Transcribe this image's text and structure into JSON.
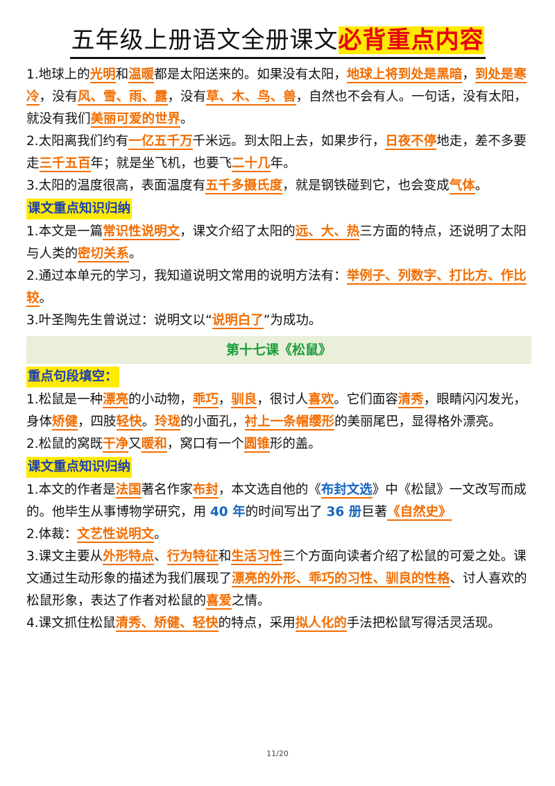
{
  "title": {
    "plain": "五年级上册语文全册课文",
    "highlight": "必背重点内容"
  },
  "lesson16": {
    "items": [
      {
        "t1": "1.地球上的",
        "h1": "光明",
        "t2": "和",
        "h2": "温暖",
        "t3": "都是太阳送来的。如果没有太阳，",
        "h3": "地球上将到处是黑暗",
        "t4": "，",
        "h4": "到处是寒冷",
        "t5": "，没有",
        "h5": "风、雪、雨、露",
        "t6": "，没有",
        "h6": "草、木、鸟、兽",
        "t7": "，自然也不会有人。一句话，没有太阳，就没有我们",
        "h7": "美丽可爱的世界",
        "t8": "。"
      },
      {
        "t1": "2.太阳离我们约有",
        "h1": "一亿五千万",
        "t2": "千米远。到太阳上去，如果步行，",
        "h2": "日夜不停",
        "t3": "地走，差不多要走",
        "h3": "三千五百",
        "t4": "年；就是坐飞机，也要飞",
        "h4": "二十几",
        "t5": "年。"
      },
      {
        "t1": "3.太阳的温度很高，表面温度有",
        "h1": "五千多摄氏度",
        "t2": "，就是钢铁碰到它，也会变成",
        "h2": "气体",
        "t3": "。"
      }
    ],
    "knowledge_title": "课文重点知识归纳",
    "knowledge": [
      {
        "t1": "1.本文是一篇",
        "h1": "常识性说明文",
        "t2": "，课文介绍了太阳的",
        "h2": "远、大、热",
        "t3": "三方面的特点，还说明了太阳与人类的",
        "h3": "密切关系",
        "t4": "。"
      },
      {
        "t1": "2.通过本单元的学习，我知道说明文常用的说明方法有：",
        "h1": "举例子、列数字、打比方、作比较",
        "t2": "。"
      },
      {
        "t1": "3.叶圣陶先生曾说过：说明文以“",
        "h1": "说明白了",
        "t2": "”为成功。"
      }
    ]
  },
  "lesson17": {
    "banner": "第十七课《松鼠》",
    "fill_title": "重点句段填空：",
    "items": [
      {
        "t1": "1.松鼠是一种",
        "h1": "漂亮",
        "t2": "的小动物，",
        "h2": "乖巧",
        "t3": "，",
        "h3": "驯良",
        "t4": "，很讨人",
        "h4": "喜欢",
        "t5": "。它们面容",
        "h5": "清秀",
        "t6": "，眼睛闪闪发光，身体",
        "h6": "矫健",
        "t7": "，四肢",
        "h7": "轻快",
        "t8": "。",
        "h8": "玲珑",
        "t9": "的小面孔，",
        "h9": "衬上一条帽缨形",
        "t10": "的美丽尾巴，显得格外漂亮。"
      },
      {
        "t1": "2.松鼠的窝既",
        "h1": "干净",
        "t2": "又",
        "h2": "暖和",
        "t3": "，窝口有一个",
        "h3": "圆锥",
        "t4": "形的盖。"
      }
    ],
    "knowledge_title": "课文重点知识归纳",
    "knowledge": [
      {
        "t1": "1.本文的作者是",
        "h1": "法国",
        "t2": "著名作家",
        "h2": "布封",
        "t3": "，本文选自他的《",
        "b1": "布封文选",
        "t4": "》中《松鼠》一文改写而成的。他毕生从事博物学研究，用 ",
        "b2": "40 年",
        "t5": "的时间写出了 ",
        "b3": "36 册",
        "t6": "巨著",
        "h3": "《自然史》"
      },
      {
        "t1": "2.体裁：",
        "h1": "文艺性说明文",
        "t2": "。"
      },
      {
        "t1": "3.课文主要从",
        "h1": "外形特点",
        "t2": "、",
        "h2": "行为特征",
        "t3": "和",
        "h3": "生活习性",
        "t4": "三个方面向读者介绍了松鼠的可爱之处。课文通过生动形象的描述为我们展现了",
        "h4": "漂亮的外形、乖巧的习性、驯良的性格",
        "t5": "、讨人喜欢的松鼠形象，表达了作者对松鼠的",
        "h5": "喜爱",
        "t6": "之情。"
      },
      {
        "t1": "4.课文抓住松鼠",
        "h1": "清秀、矫健、轻快",
        "t2": "的特点，采用",
        "h2": "拟人化的",
        "t3": "手法把松鼠写得活灵活现。"
      }
    ]
  },
  "footer": {
    "page": "11/20"
  }
}
